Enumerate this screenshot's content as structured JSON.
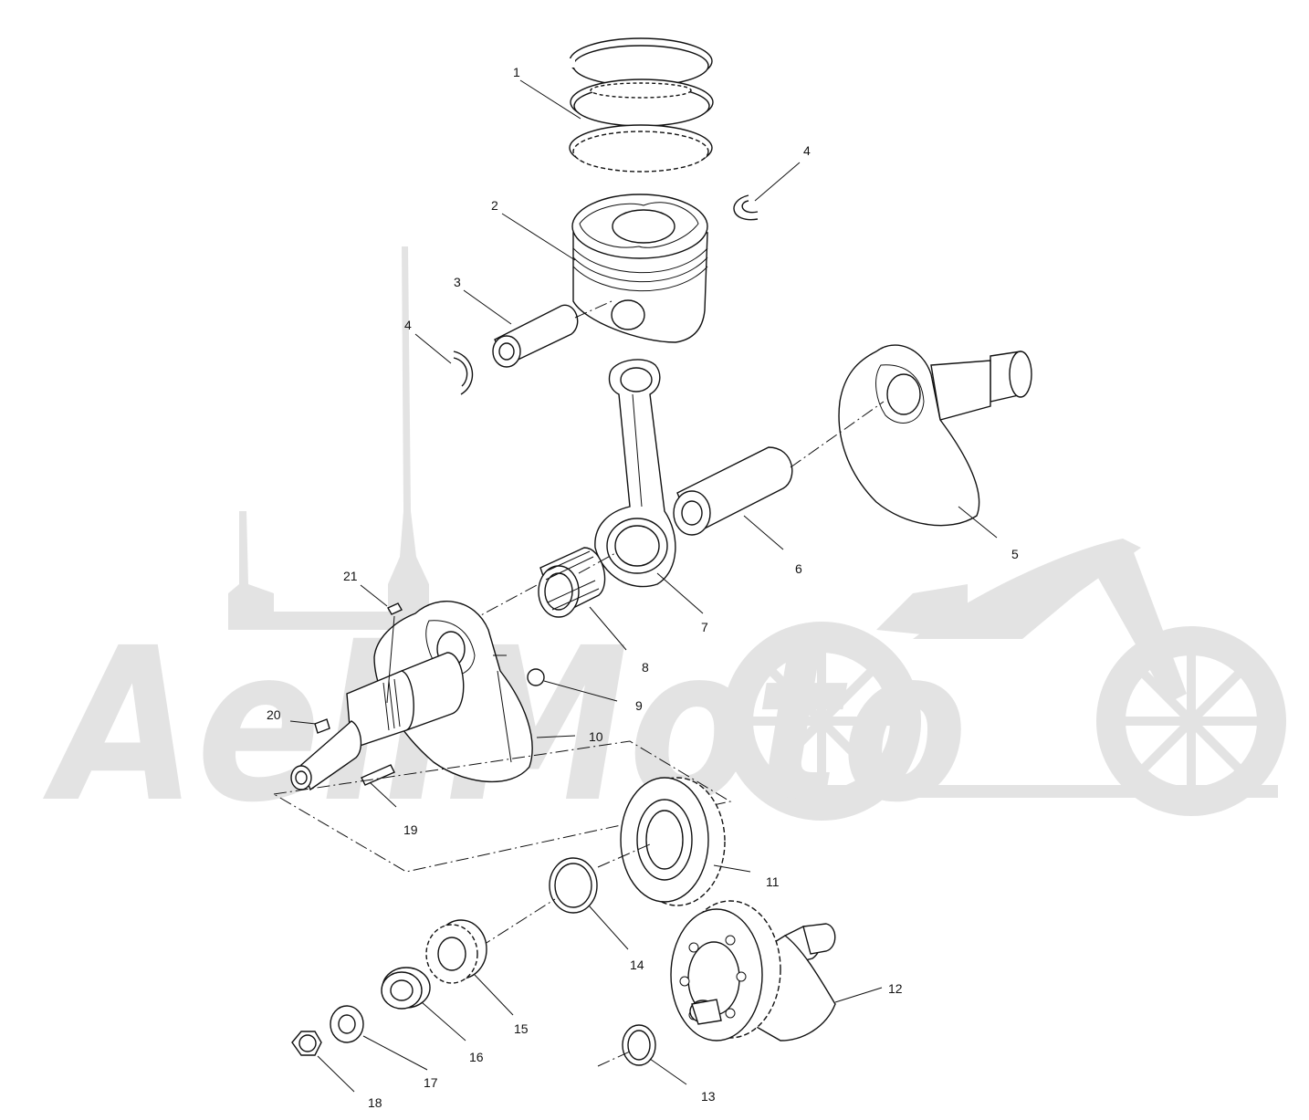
{
  "watermark": {
    "text": "AellMoto",
    "color": "#e3e3e3"
  },
  "callouts": [
    "1",
    "2",
    "3",
    "4",
    "4",
    "5",
    "6",
    "7",
    "8",
    "9",
    "10",
    "11",
    "12",
    "13",
    "14",
    "15",
    "16",
    "17",
    "18",
    "19",
    "20",
    "21"
  ],
  "colors": {
    "line": "#111111",
    "background": "#ffffff"
  }
}
